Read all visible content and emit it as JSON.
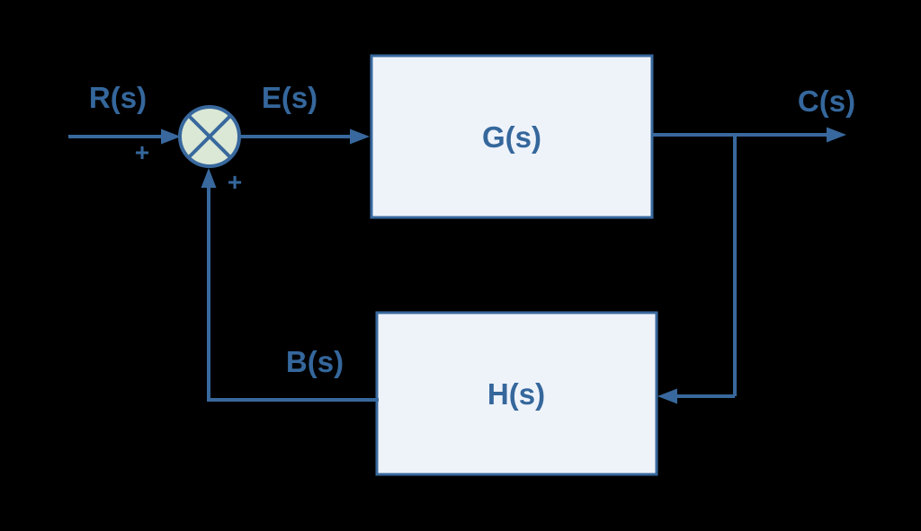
{
  "diagram": {
    "type": "feedback-control-block-diagram",
    "background": "#000000",
    "colors": {
      "wire": "#38689D",
      "text": "#35679C",
      "block_fill": "#EEF3FA",
      "block_border": "#38689D",
      "junction_fill": "#DBE8D6",
      "junction_border": "#38689D"
    },
    "labels": {
      "input": "R(s)",
      "error": "E(s)",
      "output": "C(s)",
      "feedback": "B(s)",
      "forward_block": "G(s)",
      "feedback_block": "H(s)",
      "input_sign": "+",
      "feedback_sign": "+"
    }
  }
}
